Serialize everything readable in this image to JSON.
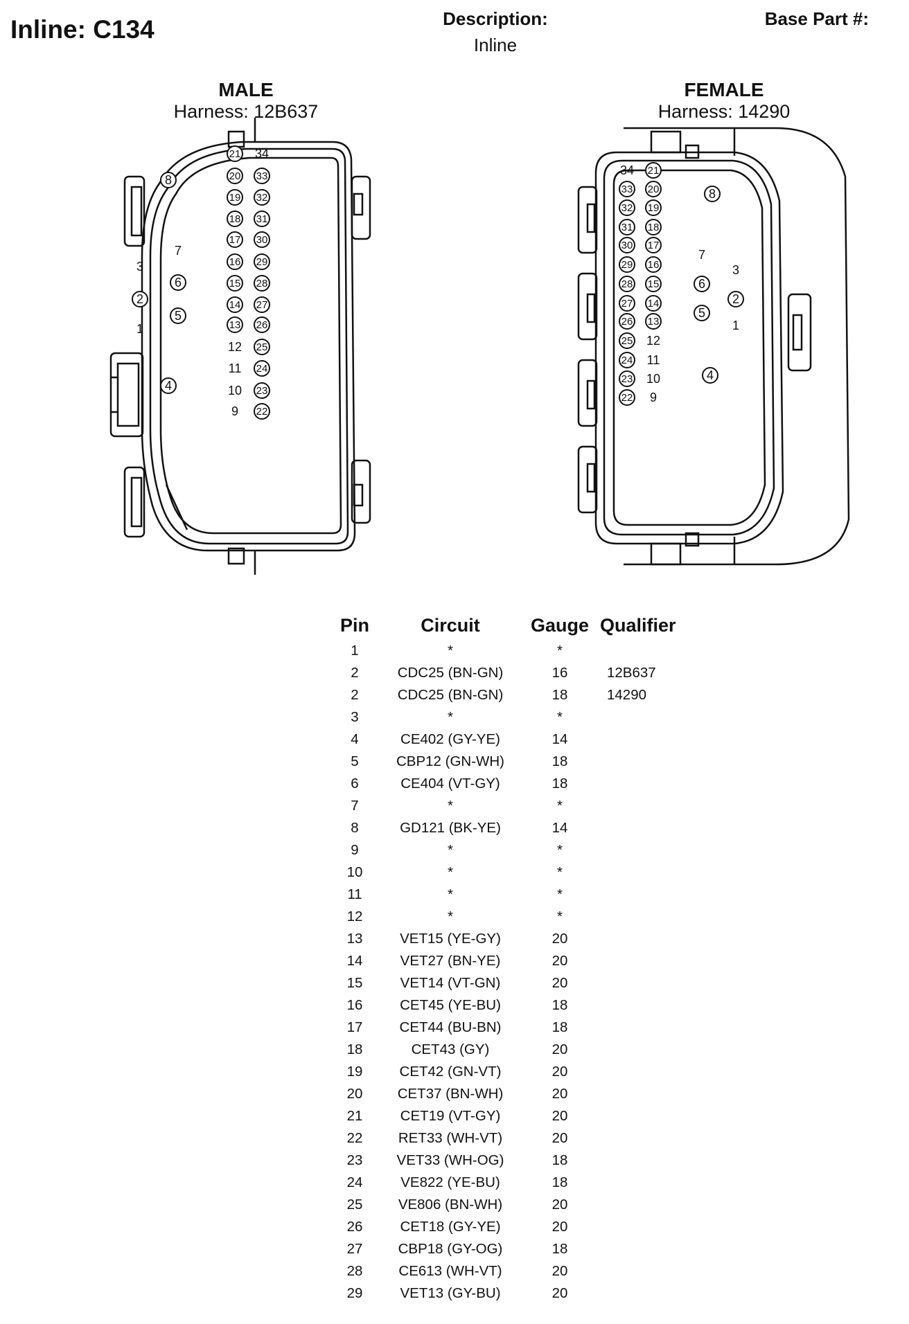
{
  "header": {
    "title": "Inline: C134",
    "description_label": "Description:",
    "description_value": "Inline",
    "base_part_label": "Base Part #:"
  },
  "connectors": {
    "male": {
      "gender": "MALE",
      "harness": "Harness: 12B637",
      "pins": [
        "1",
        "2",
        "3",
        "4",
        "5",
        "6",
        "7",
        "8",
        "9",
        "10",
        "11",
        "12",
        "13",
        "14",
        "15",
        "16",
        "17",
        "18",
        "19",
        "20",
        "21",
        "22",
        "23",
        "24",
        "25",
        "26",
        "27",
        "28",
        "29",
        "30",
        "31",
        "32",
        "33",
        "34"
      ],
      "circled_pins": [
        "2",
        "4",
        "5",
        "6",
        "8",
        "13",
        "14",
        "15",
        "16",
        "17",
        "18",
        "19",
        "20",
        "21",
        "22",
        "23",
        "24",
        "25",
        "26",
        "27",
        "28",
        "29",
        "30",
        "31",
        "32",
        "33"
      ]
    },
    "female": {
      "gender": "FEMALE",
      "harness": "Harness: 14290",
      "pins": [
        "1",
        "2",
        "3",
        "4",
        "5",
        "6",
        "7",
        "8",
        "9",
        "10",
        "11",
        "12",
        "13",
        "14",
        "15",
        "16",
        "17",
        "18",
        "19",
        "20",
        "21",
        "22",
        "23",
        "24",
        "25",
        "26",
        "27",
        "28",
        "29",
        "30",
        "31",
        "32",
        "33",
        "34"
      ],
      "circled_pins": [
        "2",
        "4",
        "5",
        "6",
        "8",
        "13",
        "14",
        "15",
        "16",
        "17",
        "18",
        "19",
        "20",
        "21",
        "22",
        "23",
        "24",
        "25",
        "26",
        "27",
        "28",
        "29",
        "30",
        "31",
        "32",
        "33"
      ]
    }
  },
  "pin_table": {
    "headers": {
      "pin": "Pin",
      "circuit": "Circuit",
      "gauge": "Gauge",
      "qualifier": "Qualifier"
    },
    "rows": [
      {
        "pin": "1",
        "circuit": "*",
        "gauge": "*",
        "qualifier": ""
      },
      {
        "pin": "2",
        "circuit": "CDC25 (BN-GN)",
        "gauge": "16",
        "qualifier": "12B637"
      },
      {
        "pin": "2",
        "circuit": "CDC25 (BN-GN)",
        "gauge": "18",
        "qualifier": "14290"
      },
      {
        "pin": "3",
        "circuit": "*",
        "gauge": "*",
        "qualifier": ""
      },
      {
        "pin": "4",
        "circuit": "CE402 (GY-YE)",
        "gauge": "14",
        "qualifier": ""
      },
      {
        "pin": "5",
        "circuit": "CBP12 (GN-WH)",
        "gauge": "18",
        "qualifier": ""
      },
      {
        "pin": "6",
        "circuit": "CE404 (VT-GY)",
        "gauge": "18",
        "qualifier": ""
      },
      {
        "pin": "7",
        "circuit": "*",
        "gauge": "*",
        "qualifier": ""
      },
      {
        "pin": "8",
        "circuit": "GD121 (BK-YE)",
        "gauge": "14",
        "qualifier": ""
      },
      {
        "pin": "9",
        "circuit": "*",
        "gauge": "*",
        "qualifier": ""
      },
      {
        "pin": "10",
        "circuit": "*",
        "gauge": "*",
        "qualifier": ""
      },
      {
        "pin": "11",
        "circuit": "*",
        "gauge": "*",
        "qualifier": ""
      },
      {
        "pin": "12",
        "circuit": "*",
        "gauge": "*",
        "qualifier": ""
      },
      {
        "pin": "13",
        "circuit": "VET15 (YE-GY)",
        "gauge": "20",
        "qualifier": ""
      },
      {
        "pin": "14",
        "circuit": "VET27 (BN-YE)",
        "gauge": "20",
        "qualifier": ""
      },
      {
        "pin": "15",
        "circuit": "VET14 (VT-GN)",
        "gauge": "20",
        "qualifier": ""
      },
      {
        "pin": "16",
        "circuit": "CET45 (YE-BU)",
        "gauge": "18",
        "qualifier": ""
      },
      {
        "pin": "17",
        "circuit": "CET44 (BU-BN)",
        "gauge": "18",
        "qualifier": ""
      },
      {
        "pin": "18",
        "circuit": "CET43 (GY)",
        "gauge": "20",
        "qualifier": ""
      },
      {
        "pin": "19",
        "circuit": "CET42 (GN-VT)",
        "gauge": "20",
        "qualifier": ""
      },
      {
        "pin": "20",
        "circuit": "CET37 (BN-WH)",
        "gauge": "20",
        "qualifier": ""
      },
      {
        "pin": "21",
        "circuit": "CET19 (VT-GY)",
        "gauge": "20",
        "qualifier": ""
      },
      {
        "pin": "22",
        "circuit": "RET33 (WH-VT)",
        "gauge": "20",
        "qualifier": ""
      },
      {
        "pin": "23",
        "circuit": "VET33 (WH-OG)",
        "gauge": "18",
        "qualifier": ""
      },
      {
        "pin": "24",
        "circuit": "VE822 (YE-BU)",
        "gauge": "18",
        "qualifier": ""
      },
      {
        "pin": "25",
        "circuit": "VE806 (BN-WH)",
        "gauge": "20",
        "qualifier": ""
      },
      {
        "pin": "26",
        "circuit": "CET18 (GY-YE)",
        "gauge": "20",
        "qualifier": ""
      },
      {
        "pin": "27",
        "circuit": "CBP18 (GY-OG)",
        "gauge": "18",
        "qualifier": ""
      },
      {
        "pin": "28",
        "circuit": "CE613 (WH-VT)",
        "gauge": "20",
        "qualifier": ""
      },
      {
        "pin": "29",
        "circuit": "VET13 (GY-BU)",
        "gauge": "20",
        "qualifier": ""
      }
    ]
  }
}
